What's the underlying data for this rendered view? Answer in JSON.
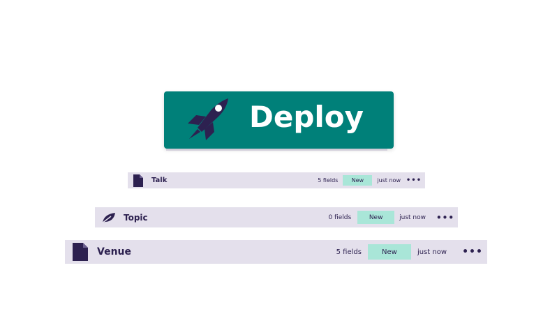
{
  "deploy": {
    "label": "Deploy",
    "icon": "rocket-icon",
    "color": "#008079"
  },
  "models": [
    {
      "name": "Talk",
      "icon": "document-icon",
      "fields": "5 fields",
      "badge": "New",
      "time": "just now",
      "more": "•••"
    },
    {
      "name": "Topic",
      "icon": "leaf-icon",
      "fields": "0 fields",
      "badge": "New",
      "time": "just now",
      "more": "•••"
    },
    {
      "name": "Venue",
      "icon": "document-icon",
      "fields": "5 fields",
      "badge": "New",
      "time": "just now",
      "more": "•••"
    }
  ],
  "colors": {
    "row_bg": "#e4e0ec",
    "badge_bg": "#a9e6d8",
    "text": "#2d2150"
  }
}
